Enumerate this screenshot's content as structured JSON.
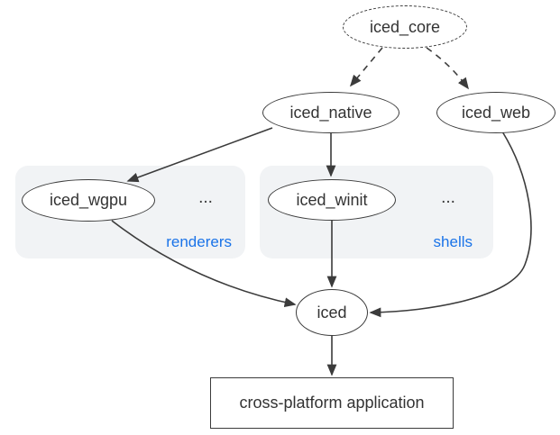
{
  "diagram": {
    "nodes": {
      "iced_core": {
        "label": "iced_core",
        "shape": "ellipse",
        "border": "dashed"
      },
      "iced_native": {
        "label": "iced_native",
        "shape": "ellipse",
        "border": "solid"
      },
      "iced_web": {
        "label": "iced_web",
        "shape": "ellipse",
        "border": "solid"
      },
      "iced_wgpu": {
        "label": "iced_wgpu",
        "shape": "ellipse",
        "border": "solid"
      },
      "iced_winit": {
        "label": "iced_winit",
        "shape": "ellipse",
        "border": "solid"
      },
      "iced": {
        "label": "iced",
        "shape": "ellipse",
        "border": "solid"
      },
      "app": {
        "label": "cross-platform application",
        "shape": "rect",
        "border": "solid"
      }
    },
    "groups": {
      "renderers": {
        "label": "renderers",
        "ellipsis": "..."
      },
      "shells": {
        "label": "shells",
        "ellipsis": "..."
      }
    },
    "edges": [
      {
        "from": "iced_core",
        "to": "iced_native",
        "style": "dashed"
      },
      {
        "from": "iced_core",
        "to": "iced_web",
        "style": "dashed"
      },
      {
        "from": "iced_native",
        "to": "iced_wgpu",
        "style": "solid"
      },
      {
        "from": "iced_native",
        "to": "iced_winit",
        "style": "solid"
      },
      {
        "from": "iced_winit",
        "to": "iced",
        "style": "solid"
      },
      {
        "from": "iced_wgpu",
        "to": "iced",
        "style": "solid"
      },
      {
        "from": "iced_web",
        "to": "iced",
        "style": "solid"
      },
      {
        "from": "iced",
        "to": "app",
        "style": "solid"
      }
    ],
    "colors": {
      "edge_stroke": "#3b3b3b",
      "node_text": "#333333",
      "group_background": "#f1f3f5",
      "group_label_blue": "#1a73e8",
      "canvas_background": "#ffffff"
    }
  }
}
